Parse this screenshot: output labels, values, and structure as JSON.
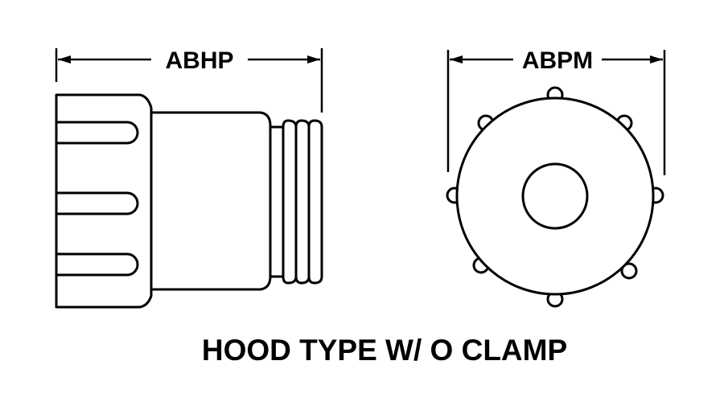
{
  "dimensions": {
    "side_width_label": "ABHP",
    "front_diameter_label": "ABPM"
  },
  "caption": "HOOD TYPE W/ O CLAMP"
}
